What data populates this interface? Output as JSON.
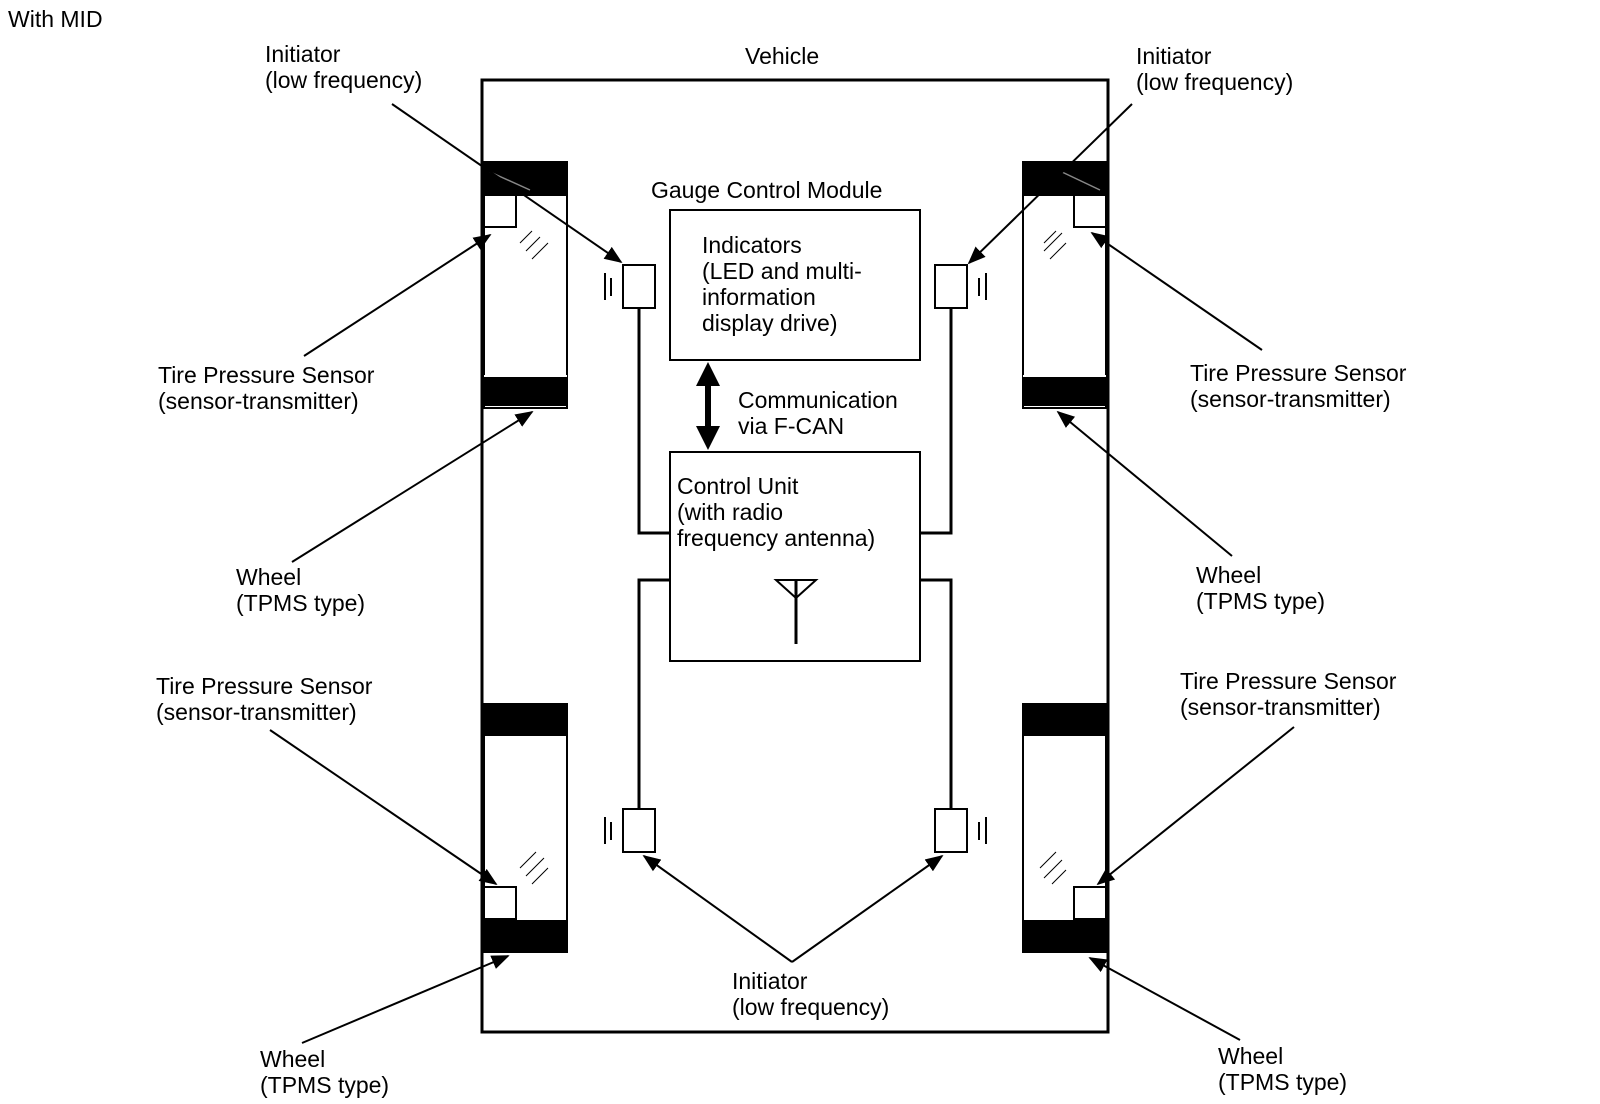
{
  "header": {
    "title": "With MID"
  },
  "vehicle": {
    "label": "Vehicle"
  },
  "gauge_control_module": {
    "label": "Gauge Control Module",
    "indicators_lines": [
      "Indicators",
      "(LED and multi-",
      "information",
      "display drive)"
    ]
  },
  "communication": {
    "lines": [
      "Communication",
      "via F-CAN"
    ]
  },
  "control_unit": {
    "lines": [
      "Control Unit",
      "(with radio",
      "frequency antenna)"
    ]
  },
  "labels": {
    "initiator_front_left": [
      "Initiator",
      "(low frequency)"
    ],
    "initiator_front_right": [
      "Initiator",
      "(low frequency)"
    ],
    "initiator_rear": [
      "Initiator",
      "(low frequency)"
    ],
    "sensor_front_left": [
      "Tire Pressure Sensor",
      "(sensor-transmitter)"
    ],
    "sensor_front_right": [
      "Tire Pressure Sensor",
      "(sensor-transmitter)"
    ],
    "sensor_rear_left": [
      "Tire Pressure Sensor",
      "(sensor-transmitter)"
    ],
    "sensor_rear_right": [
      "Tire Pressure Sensor",
      "(sensor-transmitter)"
    ],
    "wheel_front_left": [
      "Wheel",
      "(TPMS type)"
    ],
    "wheel_front_right": [
      "Wheel",
      "(TPMS type)"
    ],
    "wheel_rear_left": [
      "Wheel",
      "(TPMS type)"
    ],
    "wheel_rear_right": [
      "Wheel",
      "(TPMS type)"
    ]
  }
}
